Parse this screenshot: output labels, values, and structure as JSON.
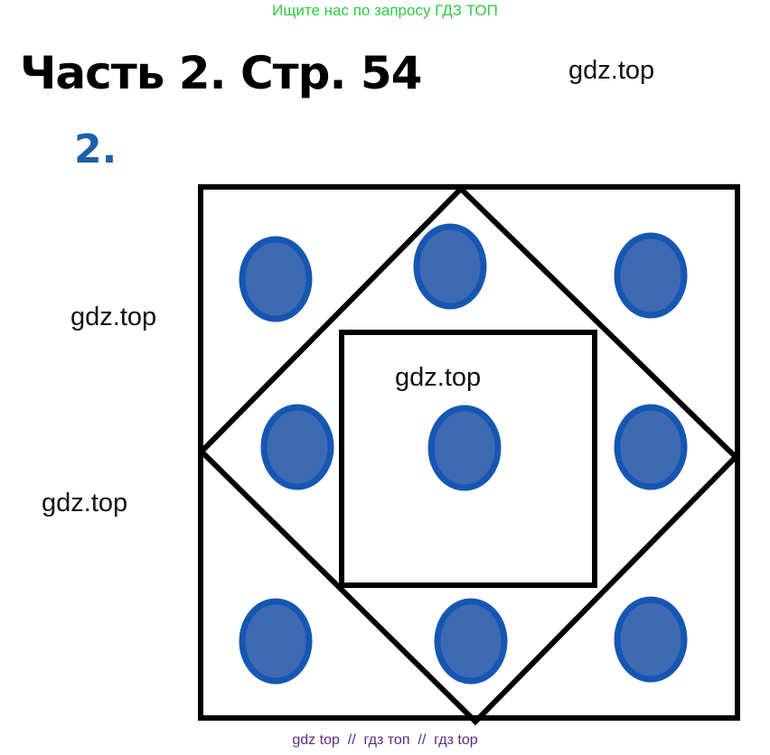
{
  "header": {
    "banner": "Ищите нас по запросу ГДЗ ТОП",
    "title": "Часть 2. Стр. 54"
  },
  "task": {
    "number": "2."
  },
  "watermarks": [
    "gdz.top",
    "gdz.top",
    "gdz.top",
    "gdz.top"
  ],
  "footer": {
    "text": "gdz top  //  гдз топ  //  гдз top"
  },
  "figure": {
    "circle_count": 9,
    "colors": {
      "outline": "#000000",
      "circle_fill": "#3d6ab3",
      "circle_stroke": "#1657b3"
    }
  }
}
